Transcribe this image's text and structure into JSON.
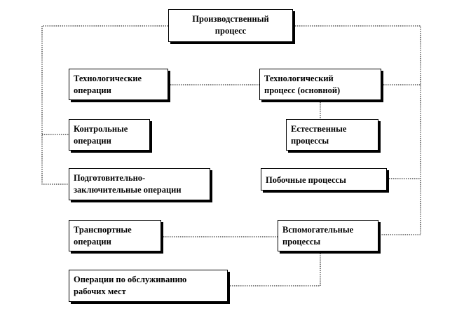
{
  "diagram": {
    "boxes": {
      "root": "Производственный\nпроцесс",
      "tech_ops": "Технологические\nоперации",
      "tech_proc": "Технологический\nпроцесс (основной)",
      "control_ops": "Контрольные\nоперации",
      "natural_proc": "Естественные\nпроцессы",
      "prep_ops": "Подготовительно-\nзаключительные  операции",
      "side_proc": "Побочные процессы",
      "transport_ops": "Транспортные\nоперации",
      "aux_proc": "Вспомогательные\nпроцессы",
      "service_ops": "Операции по обслуживанию\nрабочих мест"
    }
  }
}
